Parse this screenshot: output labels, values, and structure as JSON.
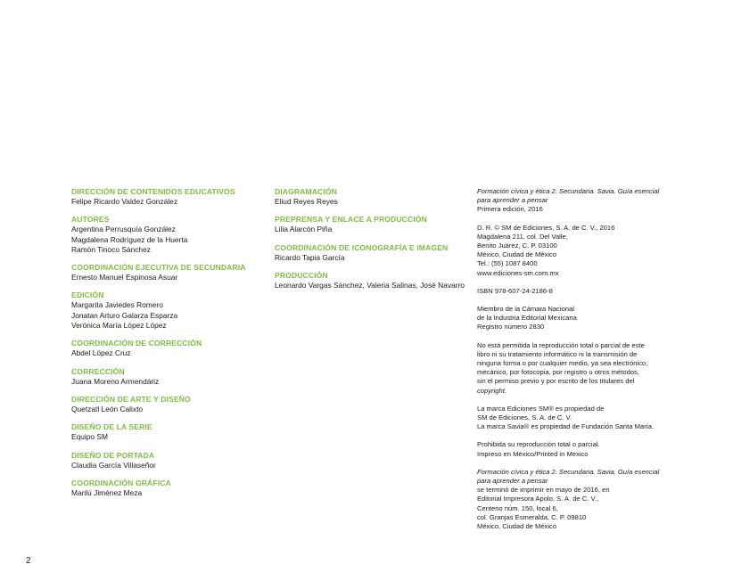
{
  "col1": [
    {
      "head": "DIRECCIÓN DE CONTENIDOS EDUCATIVOS",
      "names": [
        "Felipe Ricardo Valdez González"
      ]
    },
    {
      "head": "AUTORES",
      "names": [
        "Argentina Perrusquía González",
        "Magdalena Rodríguez de la Huerta",
        "Ramón Tinoco Sánchez"
      ]
    },
    {
      "head": "COORDINACIÓN EJECUTIVA DE SECUNDARIA",
      "names": [
        "Ernesto Manuel Espinosa Asuar"
      ]
    },
    {
      "head": "EDICIÓN",
      "names": [
        "Margarita Javiedes Romero",
        "Jonatan Arturo Galarza Esparza",
        "Verónica María López López"
      ]
    },
    {
      "head": "COORDINACIÓN DE CORRECCIÓN",
      "names": [
        "Abdel López Cruz"
      ]
    },
    {
      "head": "CORRECCIÓN",
      "names": [
        "Juana Moreno Armendáriz"
      ]
    },
    {
      "head": "DIRECCIÓN DE ARTE Y DISEÑO",
      "names": [
        "Quetzatl León Calixto"
      ]
    },
    {
      "head": "DISEÑO DE LA SERIE",
      "names": [
        "Equipo SM"
      ]
    },
    {
      "head": "DISEÑO DE PORTADA",
      "names": [
        "Claudia García Villaseñor"
      ]
    },
    {
      "head": "COORDINACIÓN GRÁFICA",
      "names": [
        "Marilú Jiménez Meza"
      ]
    }
  ],
  "col2": [
    {
      "head": "DIAGRAMACIÓN",
      "names": [
        "Eliud Reyes Reyes"
      ]
    },
    {
      "head": "PREPRENSA Y ENLACE A PRODUCCIÓN",
      "names": [
        "Lilia Alarcón Piña"
      ]
    },
    {
      "head": "COORDINACIÓN DE ICONOGRAFÍA E IMAGEN",
      "names": [
        "Ricardo Tapia García"
      ]
    },
    {
      "head": "PRODUCCIÓN",
      "names": [
        "Leonardo Vargas Sánchez, Valeria Salinas, José Navarro"
      ]
    }
  ],
  "col3": [
    {
      "lines": [
        {
          "t": "Formación cívica y ética 2. Secundaria. Savia. Guía esencial",
          "i": true
        },
        {
          "t": "para aprender a pensar",
          "i": true
        },
        {
          "t": "Primera edición, 2016",
          "i": false
        }
      ]
    },
    {
      "lines": [
        {
          "t": "D. R. © SM de Ediciones, S. A. de C. V., 2016",
          "i": false
        },
        {
          "t": "Magdalena 211, col. Del Valle,",
          "i": false
        },
        {
          "t": "Benito Juárez, C. P. 03100",
          "i": false
        },
        {
          "t": "México, Ciudad de México",
          "i": false
        },
        {
          "t": "Tel.: (55) 1087 8400",
          "i": false
        },
        {
          "t": "www.ediciones-sm.com.mx",
          "i": false
        }
      ]
    },
    {
      "lines": [
        {
          "t": "ISBN 978-607-24-2186-8",
          "i": false
        }
      ]
    },
    {
      "lines": [
        {
          "t": "Miembro de la Cámara Nacional",
          "i": false
        },
        {
          "t": "de la Industria Editorial Mexicana",
          "i": false
        },
        {
          "t": "Registro número 2830",
          "i": false
        }
      ]
    },
    {
      "lines": [
        {
          "t": "No está permitida la reproducción total o parcial de este",
          "i": false
        },
        {
          "t": "libro ni su tratamiento informático ni la transmisión de",
          "i": false
        },
        {
          "t": "ninguna forma o por cualquier medio, ya sea electrónico,",
          "i": false
        },
        {
          "t": "mecánico, por fotocopia, por registro u otros métodos,",
          "i": false
        },
        {
          "t": "sin el permiso previo y por escrito de los titulares del",
          "i": false
        },
        {
          "t": "copyright.",
          "i": true
        }
      ]
    },
    {
      "lines": [
        {
          "t": "La marca Ediciones SM® es propiedad de",
          "i": false
        },
        {
          "t": "SM de Ediciones, S. A. de C. V.",
          "i": false
        },
        {
          "t": "La marca Savia® es propiedad de Fundación Santa María.",
          "i": false
        }
      ]
    },
    {
      "lines": [
        {
          "t": "Prohibida su reproducción total o parcial.",
          "i": false
        },
        {
          "t": "Impreso en México/Printed in Mexico",
          "i": false
        }
      ]
    },
    {
      "lines": [
        {
          "t": "Formación cívica y ética 2. Secundaria. Savia. Guía esencial",
          "i": true
        },
        {
          "t": "para aprender a pensar",
          "i": true
        },
        {
          "t": "se terminó de imprimir en mayo de 2016, en",
          "i": false
        },
        {
          "t": "Editorial Impresora Apolo, S. A. de C. V.,",
          "i": false
        },
        {
          "t": "Centeno núm. 150, local 6,",
          "i": false
        },
        {
          "t": "col. Granjas Esmeralda, C. P. 09810",
          "i": false
        },
        {
          "t": "México, Ciudad de México",
          "i": false
        }
      ]
    }
  ],
  "page_number": "2",
  "colors": {
    "heading": "#7dbd3f",
    "text": "#1a1a1a",
    "background": "#ffffff"
  }
}
